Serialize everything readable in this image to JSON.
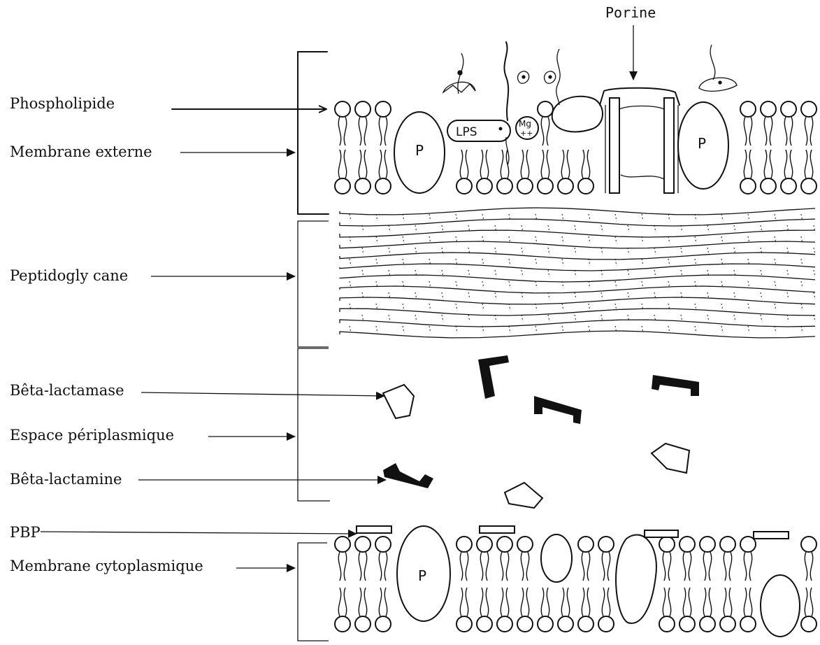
{
  "labels": {
    "porine": "Porine",
    "phospholipide": "Phospholipide",
    "membrane_externe": "Membrane externe",
    "peptidoglycane": "Peptidogly cane",
    "beta_lactamase": "Bêta-lactamase",
    "espace_periplasmique": "Espace périplasmique",
    "beta_lactamine": "Bêta-lactamine",
    "pbp": "PBP",
    "membrane_cytoplasmique": "Membrane cytoplasmique"
  },
  "marks": {
    "protein": "P",
    "lps": "LPS",
    "mg": "Mg"
  },
  "colors": {
    "ink": "#111111",
    "background": "#ffffff"
  }
}
